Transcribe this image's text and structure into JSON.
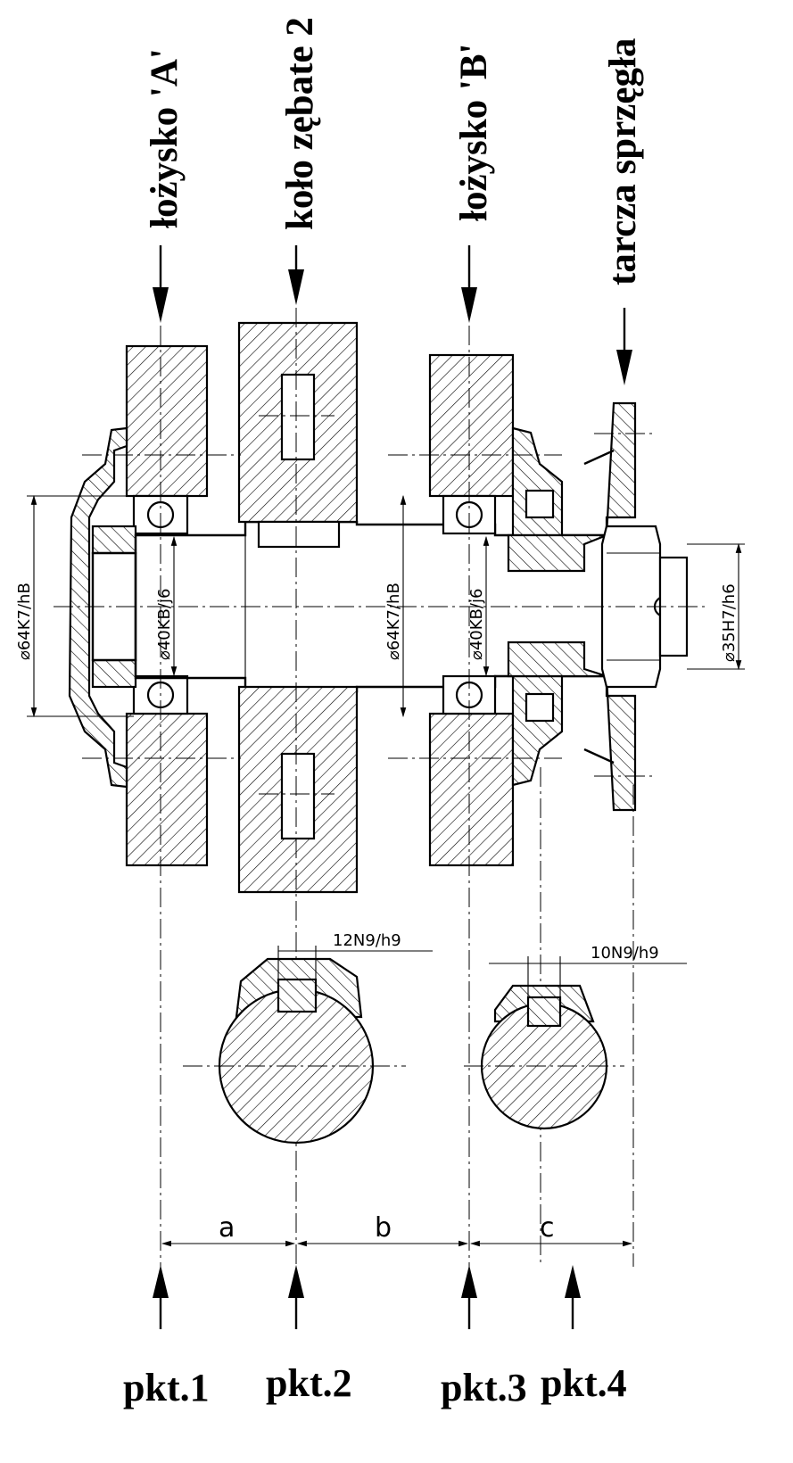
{
  "labels": {
    "bearing_a": "łożysko 'A'",
    "gear_2": "koło zębate 2",
    "bearing_b": "łożysko 'B'",
    "coupling_disc": "tarcza sprzęgła"
  },
  "fits": {
    "housing_a": "⌀64K7/hB",
    "shaft_a": "⌀40KB/j6",
    "housing_b": "⌀64K7/hB",
    "shaft_b": "⌀40KB/j6",
    "coupling": "⌀35H7/h6",
    "key_gear": "12N9/h9",
    "key_coupling": "10N9/h9"
  },
  "spans": {
    "a": "a",
    "b": "b",
    "c": "c"
  },
  "points": {
    "p1": "pkt.1",
    "p2": "pkt.2",
    "p3": "pkt.3",
    "p4": "pkt.4"
  }
}
